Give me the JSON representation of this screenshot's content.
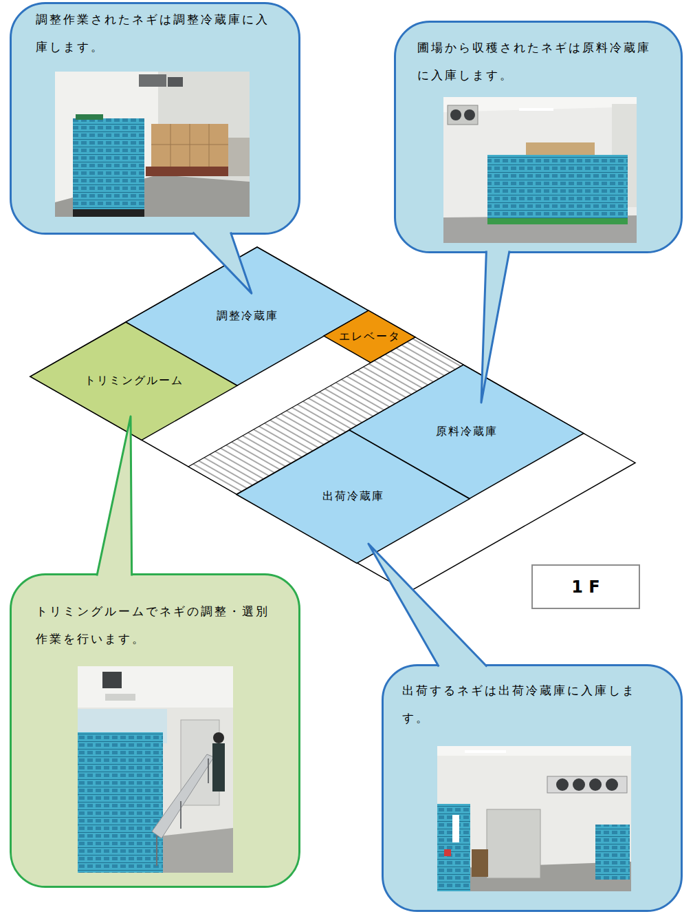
{
  "diagram": {
    "nodes": [
      {
        "text": [
          "調整作業されたネギは調整冷蔵庫に入庫します。"
        ]
      },
      {
        "text": [
          "圃場から収穫されたネギは原料冷蔵庫に入庫します。"
        ]
      },
      {
        "text": [
          "調整冷蔵庫"
        ]
      },
      {
        "text": [
          "エレベータ"
        ]
      },
      {
        "text": [
          "トリミングルーム"
        ]
      },
      {
        "text": [
          "原料冷蔵庫"
        ]
      },
      {
        "text": [
          "出荷冷蔵庫"
        ]
      },
      {
        "text": [
          "1 F"
        ]
      },
      {
        "text": [
          "トリミングルームでネギの調整・選別作業を行います。"
        ]
      },
      {
        "text": [
          "出荷するネギは出荷冷蔵庫に入庫します。"
        ]
      }
    ],
    "edges": [
      {
        "from": 0,
        "to": 2,
        "arrow": "none"
      },
      {
        "from": 1,
        "to": 5,
        "arrow": "none"
      },
      {
        "from": 8,
        "to": 4,
        "arrow": "none"
      },
      {
        "from": 9,
        "to": 6,
        "arrow": "none"
      }
    ]
  }
}
